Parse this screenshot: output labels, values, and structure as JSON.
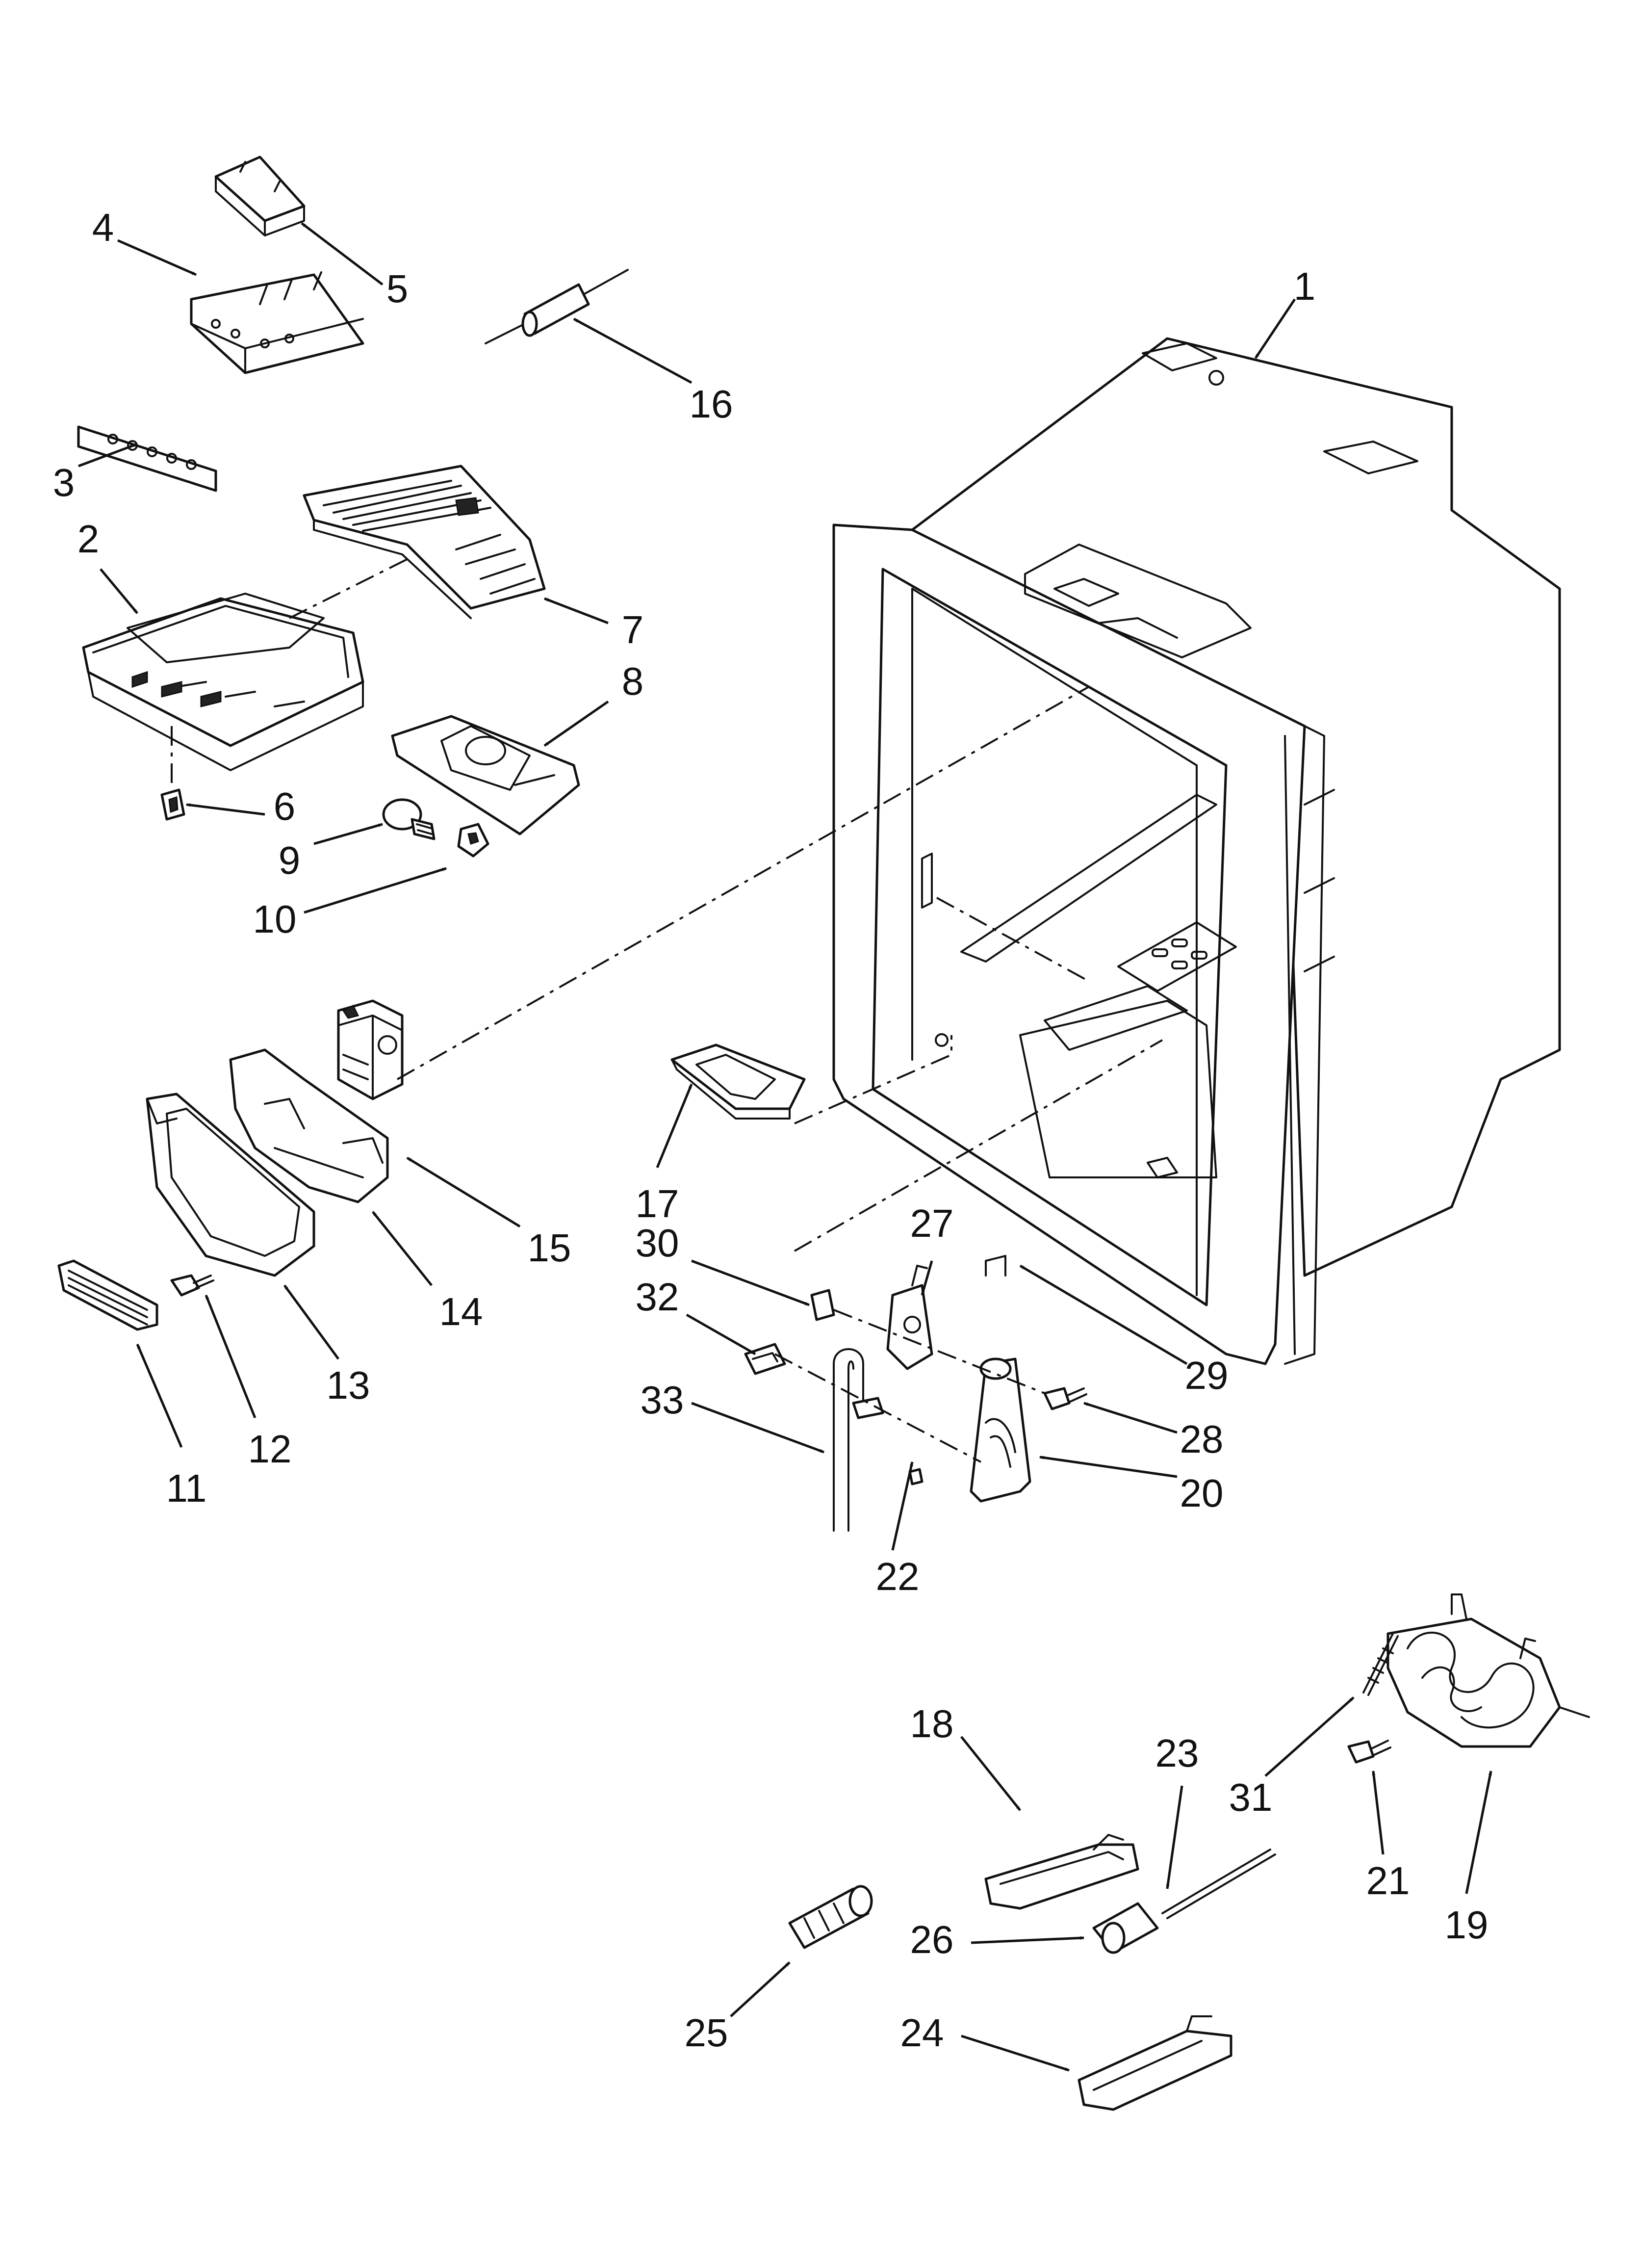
{
  "diagram": {
    "callouts": [
      "1",
      "2",
      "3",
      "4",
      "5",
      "6",
      "7",
      "8",
      "9",
      "10",
      "11",
      "12",
      "13",
      "14",
      "15",
      "16",
      "17",
      "18",
      "19",
      "20",
      "21",
      "22",
      "23",
      "24",
      "25",
      "26",
      "27",
      "28",
      "29",
      "30",
      "31",
      "32",
      "33"
    ]
  }
}
